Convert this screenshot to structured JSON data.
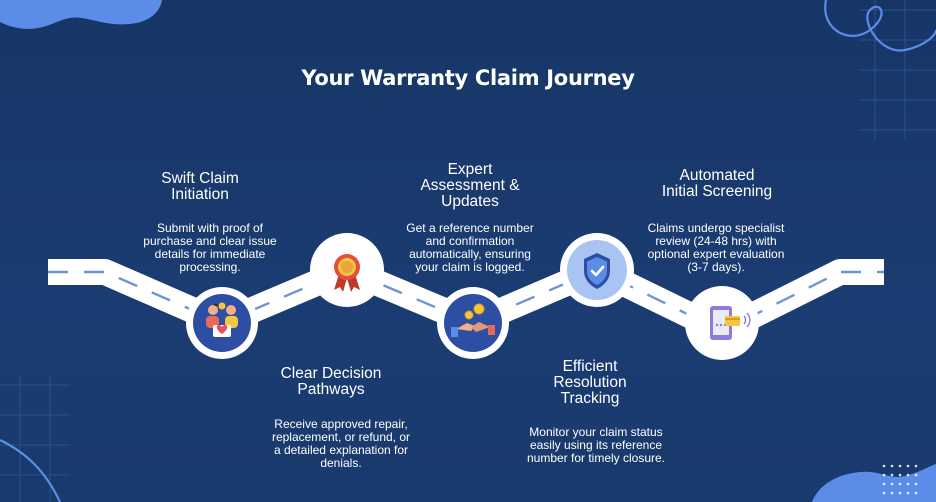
{
  "title": "Your Warranty Claim Journey",
  "colors": {
    "background": "#1b3c72",
    "road": "#ffffff",
    "lane": "#6f93d6",
    "node_fill": "#2d4fa3",
    "accent": "#5b8de8"
  },
  "steps": [
    {
      "icon": "customer-heart-icon",
      "title": [
        "Swift Claim",
        "Initiation"
      ],
      "desc": [
        "Submit with proof of",
        "purchase and clear issue",
        "details for immediate",
        "processing."
      ]
    },
    {
      "icon": "award-badge-icon",
      "title": [
        "Clear Decision",
        "Pathways"
      ],
      "desc": [
        "Receive approved repair,",
        "replacement, or refund, or",
        "a detailed explanation for",
        "denials."
      ]
    },
    {
      "icon": "handshake-coins-icon",
      "title": [
        "Expert",
        "Assessment &",
        "Updates"
      ],
      "desc": [
        "Get a reference number",
        "and confirmation",
        "automatically, ensuring",
        "your claim is logged."
      ]
    },
    {
      "icon": "shield-check-icon",
      "title": [
        "Efficient",
        "Resolution",
        "Tracking"
      ],
      "desc": [
        "Monitor your claim status",
        "easily using its reference",
        "number for timely closure."
      ]
    },
    {
      "icon": "mobile-payment-icon",
      "title": [
        "Automated",
        "Initial Screening"
      ],
      "desc": [
        "Claims undergo specialist",
        "review (24-48 hrs) with",
        "optional expert evaluation",
        "(3-7 days)."
      ]
    }
  ]
}
